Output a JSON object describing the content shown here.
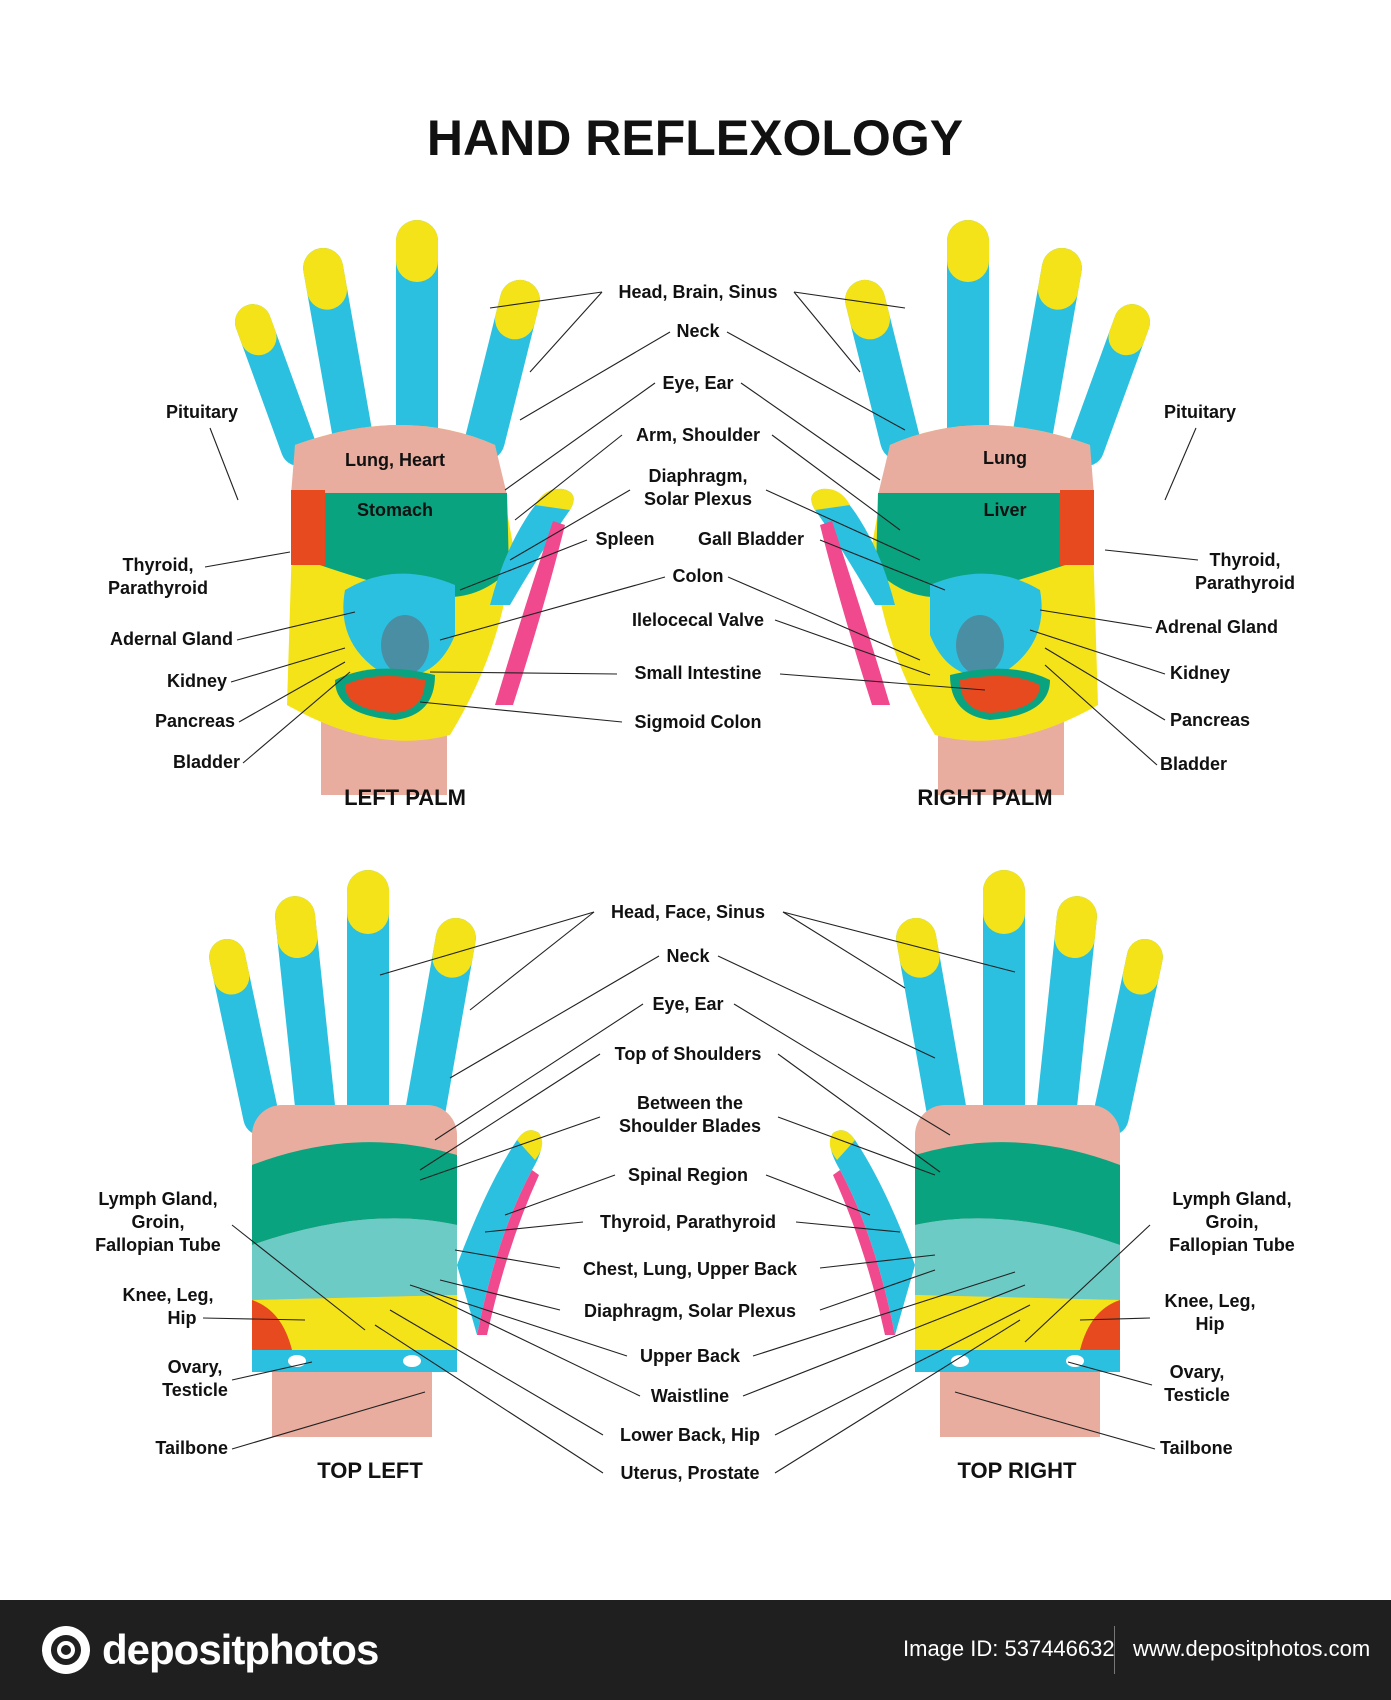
{
  "title": "HAND REFLEXOLOGY",
  "colors": {
    "yellow": "#f5e31a",
    "blue": "#2cc0e0",
    "pink_skin": "#e8ad9e",
    "green": "#0aa37f",
    "teal": "#6ccbc5",
    "red": "#e84a1f",
    "magenta": "#f0498d",
    "gray_blue": "#4a8ea3",
    "orange": "#f28a1e"
  },
  "sections": {
    "left_palm": "LEFT PALM",
    "right_palm": "RIGHT PALM",
    "top_left": "TOP LEFT",
    "top_right": "TOP RIGHT"
  },
  "palm_labels": {
    "head_brain_sinus": "Head, Brain, Sinus",
    "neck": "Neck",
    "eye_ear": "Eye, Ear",
    "arm_shoulder": "Arm, Shoulder",
    "diaphragm_1": "Diaphragm,",
    "diaphragm_2": "Solar Plexus",
    "spleen": "Spleen",
    "gall_bladder": "Gall Bladder",
    "colon": "Colon",
    "ileocecal_valve": "Ilelocecal Valve",
    "small_intestine": "Small Intestine",
    "sigmoid_colon": "Sigmoid Colon",
    "left": {
      "pituitary": "Pituitary",
      "thyroid_1": "Thyroid,",
      "thyroid_2": "Parathyroid",
      "adrenal_gland": "Adernal Gland",
      "kidney": "Kidney",
      "pancreas": "Pancreas",
      "bladder": "Bladder",
      "lung_heart": "Lung, Heart",
      "stomach": "Stomach"
    },
    "right": {
      "pituitary": "Pituitary",
      "thyroid_1": "Thyroid,",
      "thyroid_2": "Parathyroid",
      "adrenal_gland": "Adrenal Gland",
      "kidney": "Kidney",
      "pancreas": "Pancreas",
      "bladder": "Bladder",
      "lung": "Lung",
      "liver": "Liver"
    }
  },
  "top_labels": {
    "head_face_sinus": "Head, Face, Sinus",
    "neck": "Neck",
    "eye_ear": "Eye, Ear",
    "top_of_shoulders": "Top of Shoulders",
    "between_1": "Between the",
    "between_2": "Shoulder Blades",
    "spinal_region": "Spinal Region",
    "thyroid_parathyroid": "Thyroid, Parathyroid",
    "chest_lung_upper_back": "Chest, Lung, Upper Back",
    "diaphragm_solar_plexus": "Diaphragm, Solar Plexus",
    "upper_back": "Upper Back",
    "waistline": "Waistline",
    "lower_back_hip": "Lower Back, Hip",
    "uterus_prostate": "Uterus, Prostate",
    "lymph_1": "Lymph Gland,",
    "lymph_2": "Groin,",
    "lymph_3": "Fallopian Tube",
    "knee_1": "Knee, Leg,",
    "knee_2": "Hip",
    "ovary_1": "Ovary,",
    "ovary_2": "Testicle",
    "tailbone": "Tailbone"
  },
  "footer": {
    "brand": "depositphotos",
    "image_id": "Image ID: 537446632",
    "site": "www.depositphotos.com"
  }
}
